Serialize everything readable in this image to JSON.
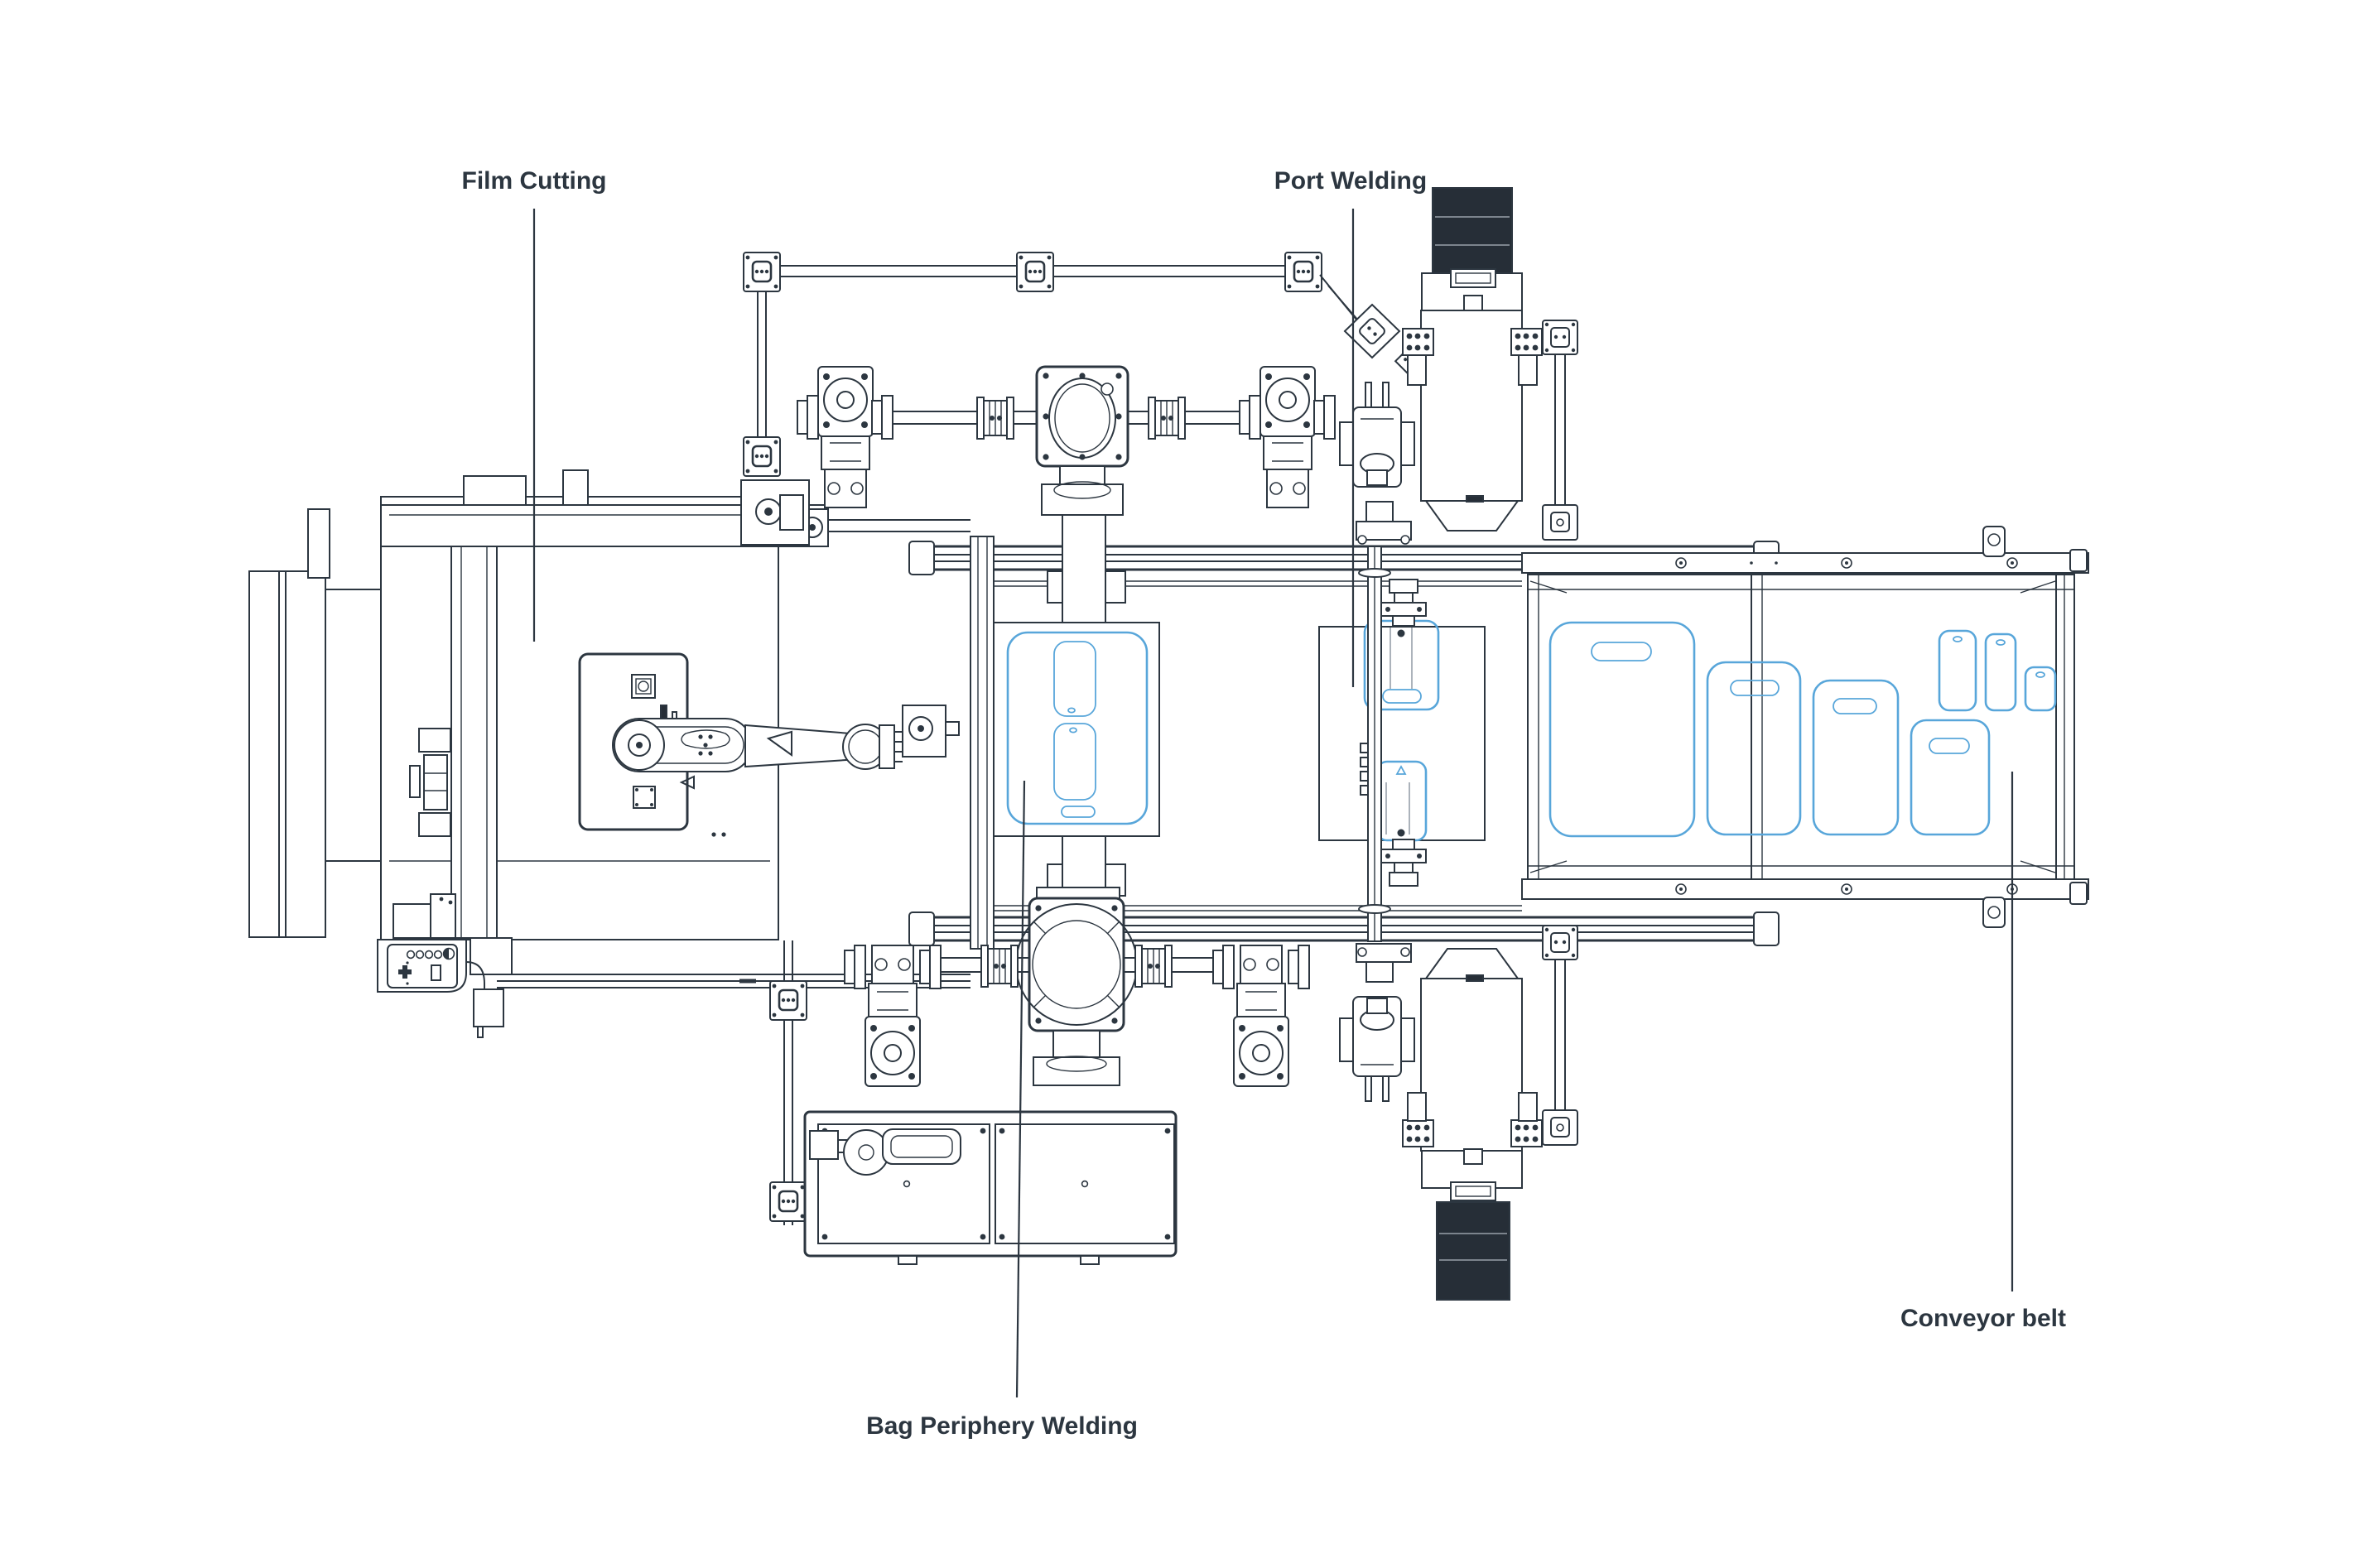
{
  "diagram": {
    "type": "machine-layout-top-view",
    "callouts": {
      "film_cutting": {
        "text": "Film Cutting"
      },
      "port_welding": {
        "text": "Port Welding"
      },
      "bag_periphery_welding": {
        "text": "Bag Periphery Welding"
      },
      "conveyor_belt": {
        "text": "Conveyor belt"
      }
    },
    "theme": {
      "ink": "#2c3640",
      "bag_outline_blue": "#58a6da",
      "stack_fill_dark": "#262e37",
      "detail_gray": "#98a0aa",
      "background": "#ffffff"
    }
  }
}
